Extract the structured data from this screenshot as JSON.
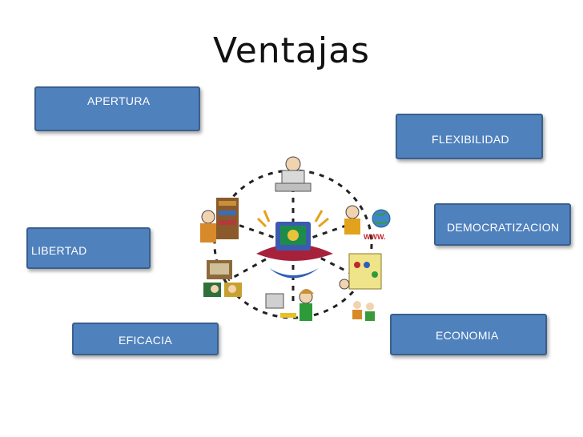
{
  "slide": {
    "title": "Ventajas",
    "boxes": {
      "apertura": "APERTURA",
      "flexibilidad": "FLEXIBILIDAD",
      "democratizacion": "DEMOCRATIZACION",
      "libertad": "LIBERTAD",
      "eficacia": "EFICACIA",
      "economia": "ECONOMIA"
    },
    "illustration": {
      "sign_text": "WWW."
    }
  },
  "colors": {
    "box_fill": "#4f81bd",
    "box_border": "#3a5f8c",
    "box_text": "#ffffff",
    "title_text": "#111111"
  }
}
